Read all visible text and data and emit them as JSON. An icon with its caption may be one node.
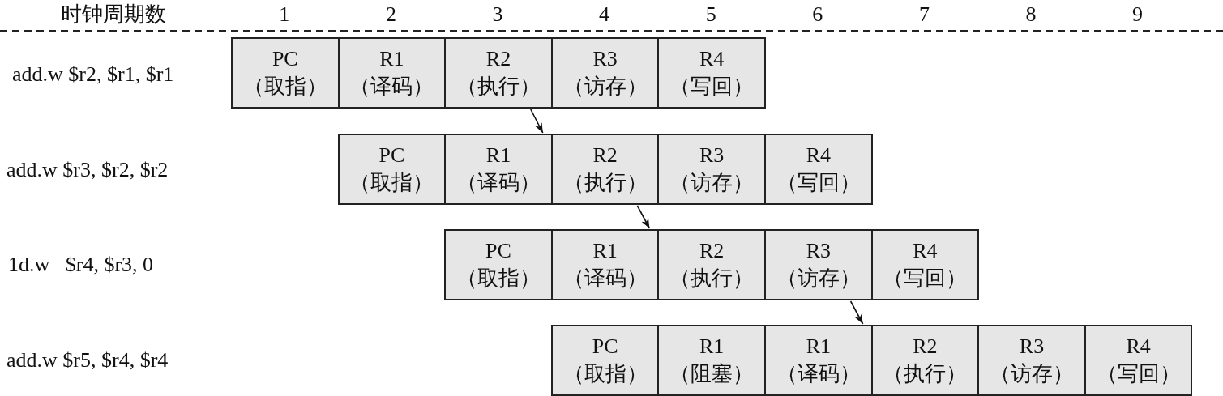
{
  "diagram": {
    "nodes": [
      {
        "text": [
          "PC",
          "（取指）"
        ]
      },
      {
        "text": [
          "R1",
          "（译码）"
        ]
      },
      {
        "text": [
          "R2",
          "（执行）"
        ]
      },
      {
        "text": [
          "R3",
          "（访存）"
        ]
      },
      {
        "text": [
          "R4",
          "（写回）"
        ]
      },
      {
        "text": [
          "PC",
          "（取指）"
        ]
      },
      {
        "text": [
          "R1",
          "（译码）"
        ]
      },
      {
        "text": [
          "R2",
          "（执行）"
        ]
      },
      {
        "text": [
          "R3",
          "（访存）"
        ]
      },
      {
        "text": [
          "R4",
          "（写回）"
        ]
      },
      {
        "text": [
          "PC",
          "（取指）"
        ]
      },
      {
        "text": [
          "R1",
          "（译码）"
        ]
      },
      {
        "text": [
          "R2",
          "（执行）"
        ]
      },
      {
        "text": [
          "R3",
          "（访存）"
        ]
      },
      {
        "text": [
          "R4",
          "（写回）"
        ]
      },
      {
        "text": [
          "PC",
          "（取指）"
        ]
      },
      {
        "text": [
          "R1",
          "（阻塞）"
        ]
      },
      {
        "text": [
          "R1",
          "（译码）"
        ]
      },
      {
        "text": [
          "R2",
          "（执行）"
        ]
      },
      {
        "text": [
          "R3",
          "（访存）"
        ]
      },
      {
        "text": [
          "R4",
          "（写回）"
        ]
      }
    ],
    "edges": [
      {
        "from": 2,
        "to": 6,
        "arrow": "to"
      },
      {
        "from": 7,
        "to": 11,
        "arrow": "to"
      },
      {
        "from": 13,
        "to": 17,
        "arrow": "to"
      }
    ],
    "labels": [
      "时钟周期数",
      "1",
      "2",
      "3",
      "4",
      "5",
      "6",
      "7",
      "8",
      "9",
      "add.w $r2, $r1, $r1",
      "add.w $r3, $r2, $r2",
      "1d.w   $r4, $r3, 0",
      "add.w $r5, $r4, $r4"
    ]
  }
}
